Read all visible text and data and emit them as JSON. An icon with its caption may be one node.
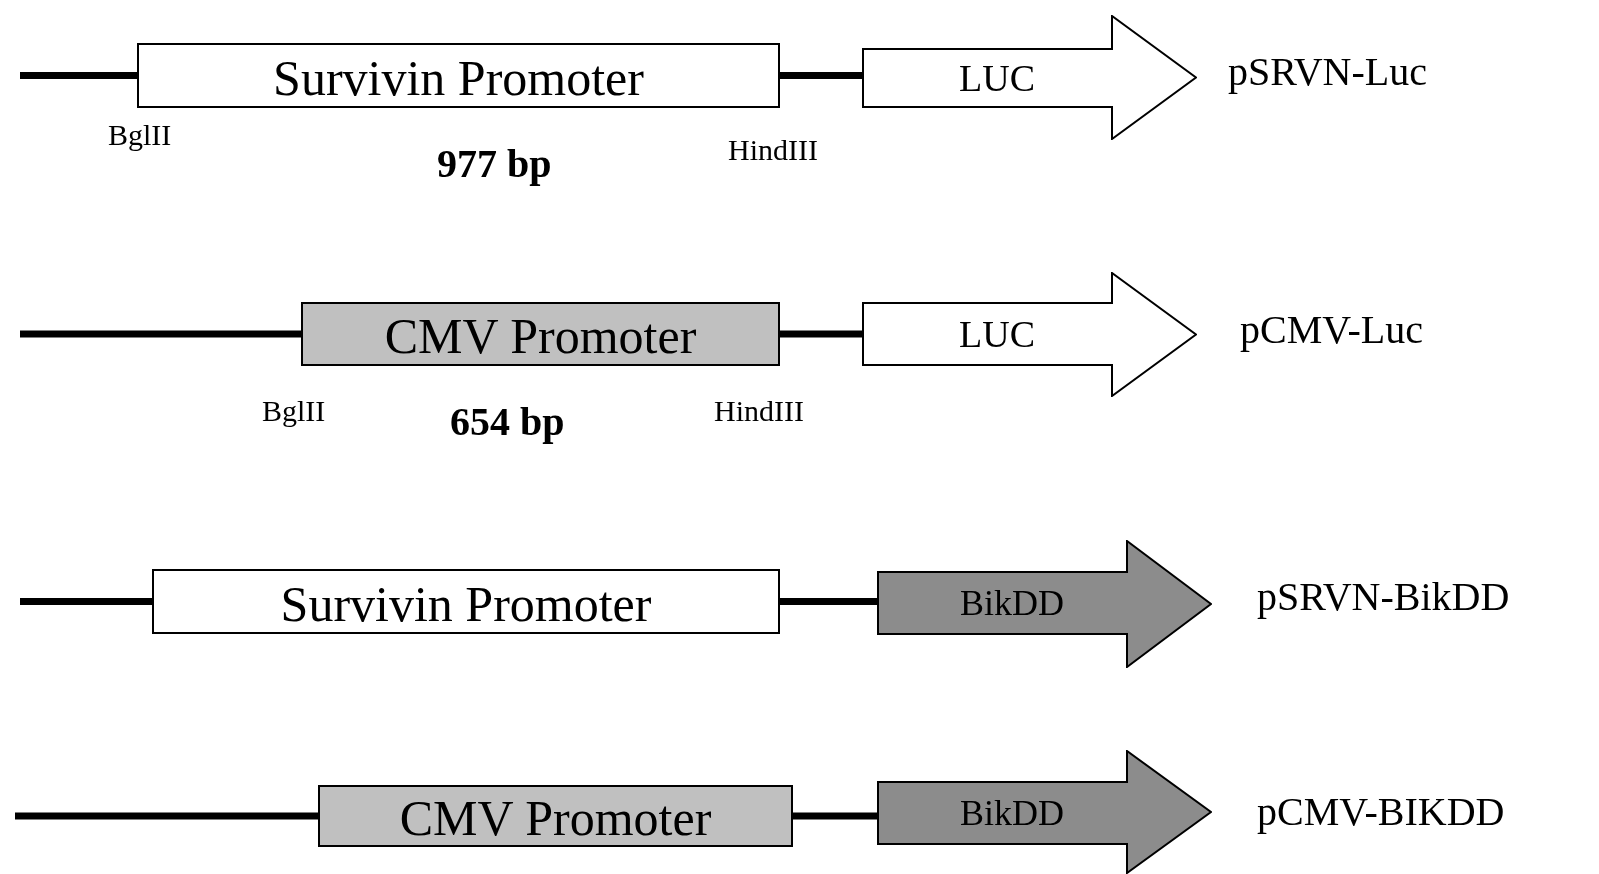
{
  "diagram": {
    "nodes": [
      {
        "text": [
          "Survivin Promoter"
        ]
      },
      {
        "text": [
          "LUC"
        ]
      },
      {
        "text": [
          "CMV Promoter"
        ]
      },
      {
        "text": [
          "LUC"
        ]
      },
      {
        "text": [
          "Survivin Promoter"
        ]
      },
      {
        "text": [
          "BikDD"
        ]
      },
      {
        "text": [
          "CMV Promoter"
        ]
      },
      {
        "text": [
          "BikDD"
        ]
      }
    ],
    "edges": [
      {
        "from": null,
        "to": 0,
        "arrow": "none"
      },
      {
        "from": 0,
        "to": 1,
        "arrow": "none"
      },
      {
        "from": null,
        "to": 2,
        "arrow": "none"
      },
      {
        "from": 2,
        "to": 3,
        "arrow": "none"
      },
      {
        "from": null,
        "to": 4,
        "arrow": "none"
      },
      {
        "from": 4,
        "to": 5,
        "arrow": "none"
      },
      {
        "from": null,
        "to": 6,
        "arrow": "none"
      },
      {
        "from": 6,
        "to": 7,
        "arrow": "none"
      }
    ],
    "labels": [
      "pSRVN-Luc",
      "BglII",
      "HindIII",
      "977 bp",
      "pCMV-Luc",
      "BglII",
      "HindIII",
      "654 bp",
      "pSRVN-BikDD",
      "pCMV-BIKDD"
    ]
  }
}
